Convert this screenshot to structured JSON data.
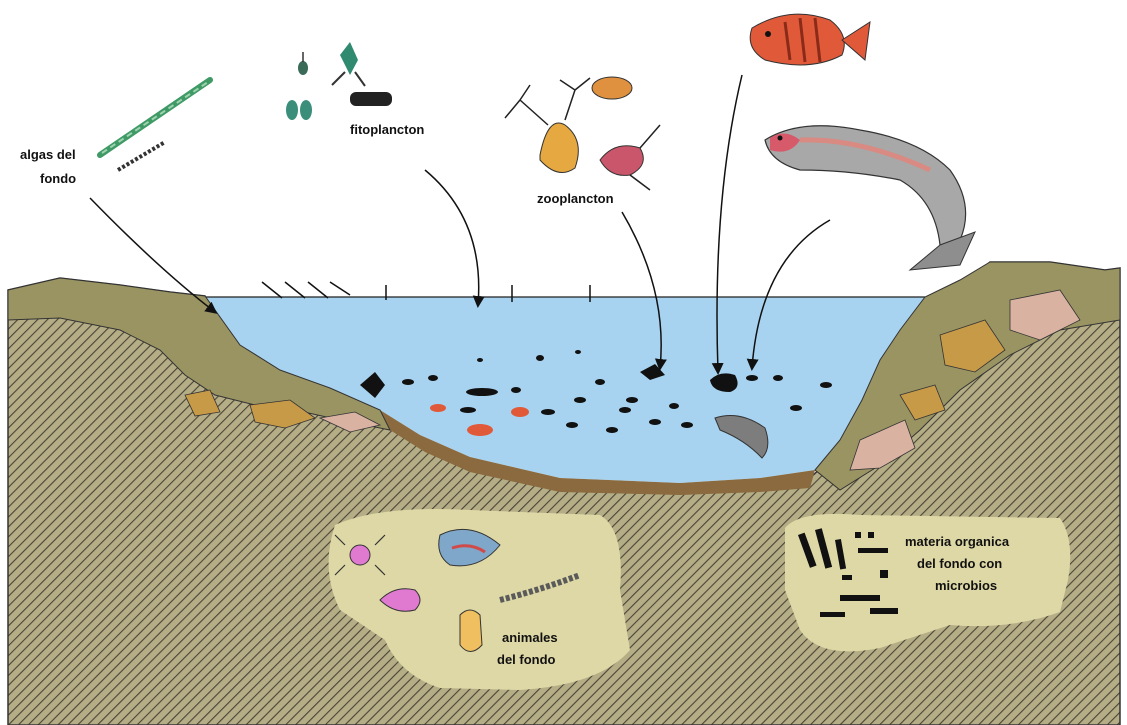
{
  "labels": {
    "algas_line1": "algas del",
    "algas_line2": "fondo",
    "fitoplancton": "fitoplancton",
    "zooplancton": "zooplancton",
    "animales_line1": "animales",
    "animales_line2": "del fondo",
    "materia_line1": "materia organica",
    "materia_line2": "del fondo con",
    "materia_line3": "microbios"
  },
  "colors": {
    "water": "#a8d3f0",
    "ground": "#b4ad86",
    "ground_stripe": "#4a4436",
    "bank_olive": "#9a9463",
    "bank_orange": "#c79a48",
    "bank_pink": "#d9b2a2",
    "sediment": "#8a6a3e",
    "panel": "#ded8a6"
  }
}
